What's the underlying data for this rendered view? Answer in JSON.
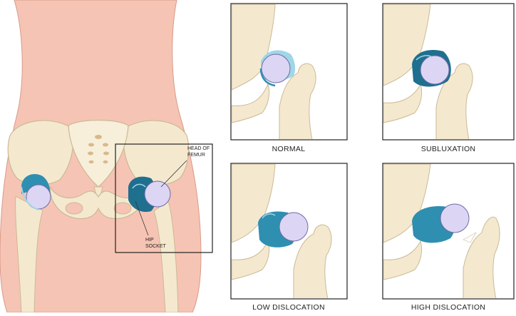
{
  "colors": {
    "skin": "#f6c4b4",
    "skin_edge": "#d89a88",
    "bone": "#f4e9cf",
    "bone_edge": "#cbb994",
    "socket_dark": "#1f6f8f",
    "socket_mid": "#2f8fb0",
    "socket_light": "#9fd6e8",
    "femur_head": "#dcd6f4",
    "femur_head_edge": "#6f6aa8",
    "frame": "#222222"
  },
  "icons": [
    "pelvis-illustration",
    "hip-joint-illustration"
  ],
  "labels": {
    "head_of_femur": [
      "HEAD OF",
      "FEMUR"
    ],
    "hip_socket": [
      "HIP",
      "SOCKET"
    ]
  },
  "panels": [
    {
      "id": "normal",
      "caption": "NORMAL"
    },
    {
      "id": "subluxation",
      "caption": "SUBLUXATION"
    },
    {
      "id": "low",
      "caption": "LOW DISLOCATION"
    },
    {
      "id": "high",
      "caption": "HIGH DISLOCATION"
    }
  ]
}
